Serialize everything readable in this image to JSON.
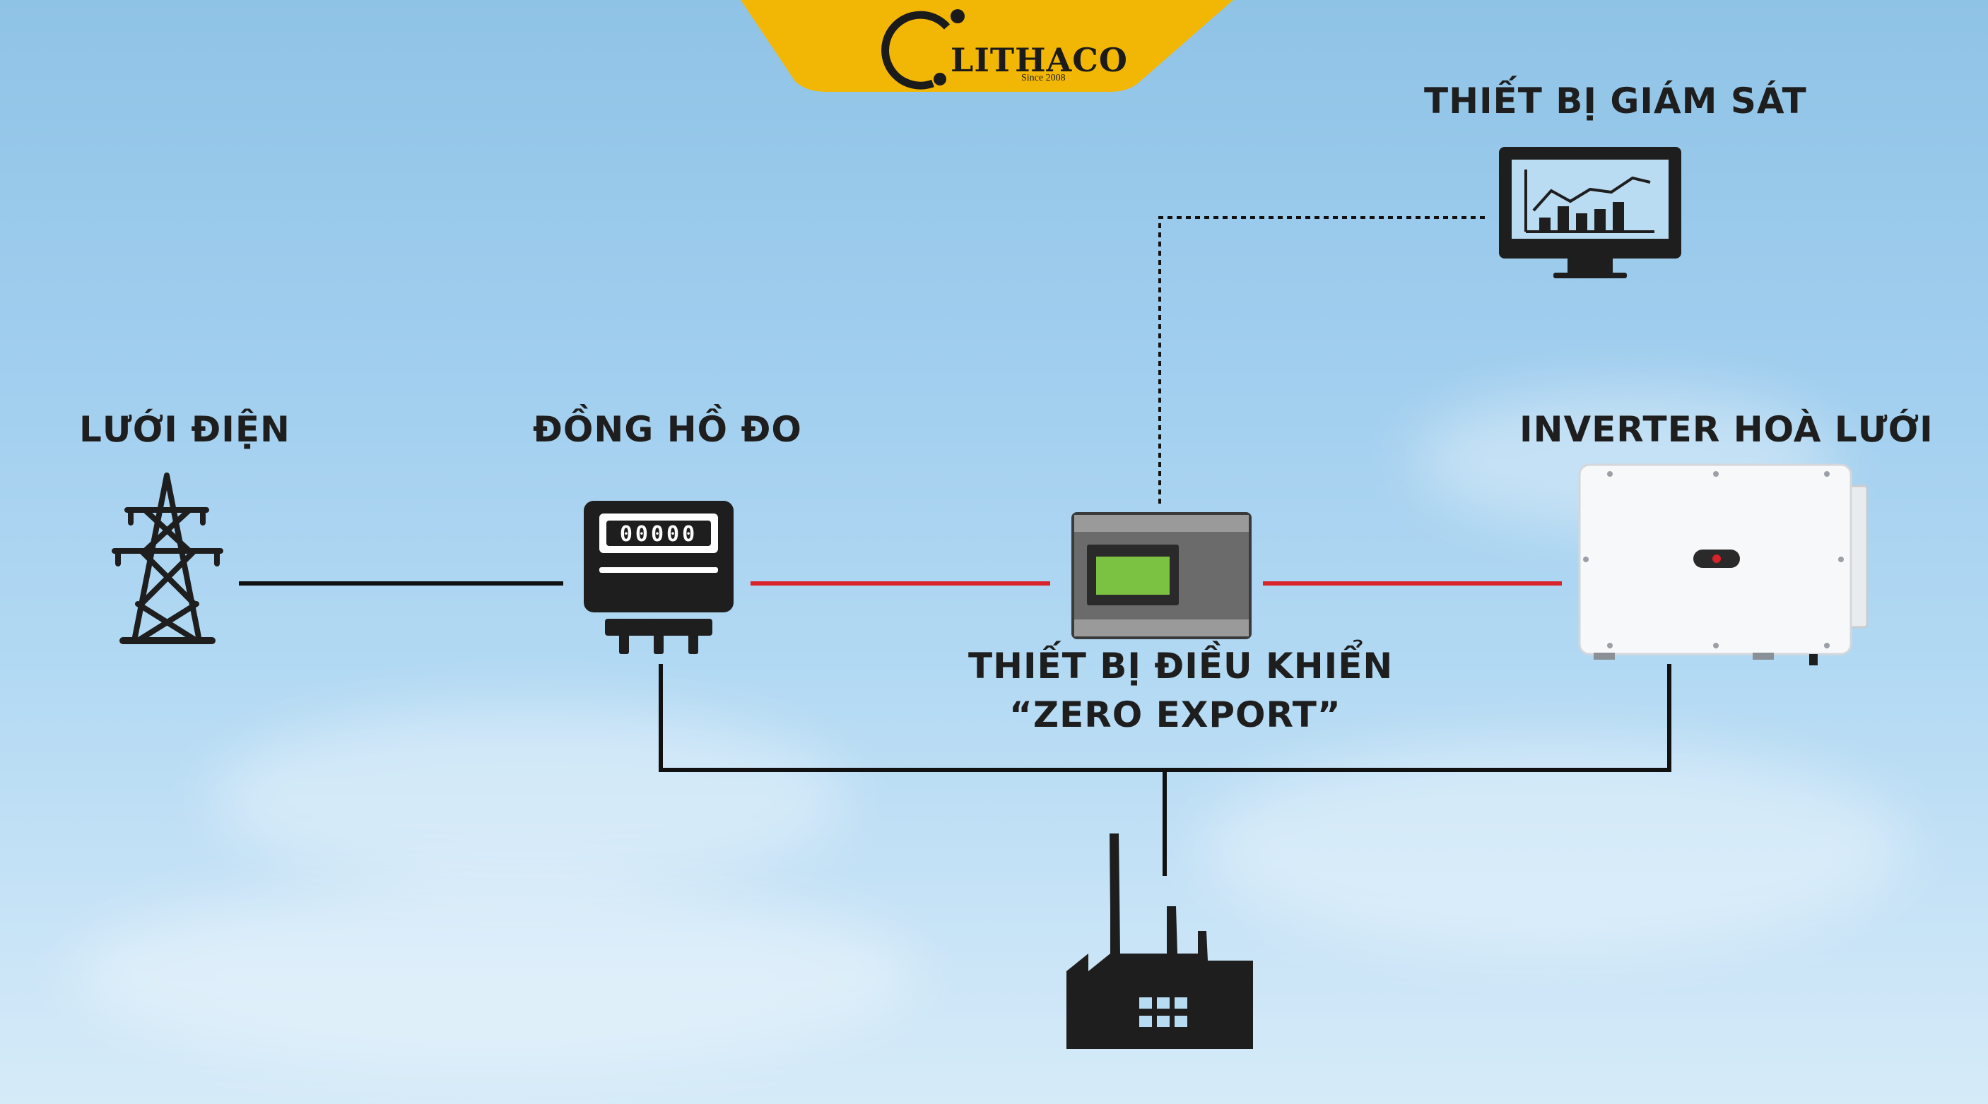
{
  "brand": {
    "name": "LITHACO",
    "tagline": "Since 2008",
    "color": "#f2b705"
  },
  "nodes": {
    "grid": {
      "label": "LƯỚI ĐIỆN",
      "icon": "transmission-tower-icon"
    },
    "meter": {
      "label": "ĐỒNG HỒ ĐO",
      "icon": "electric-meter-icon",
      "display": "00000"
    },
    "controller": {
      "label_line1": "THIẾT BỊ ĐIỀU KHIỂN",
      "label_line2": "“ZERO EXPORT”",
      "icon": "controller-device-icon"
    },
    "inverter": {
      "label": "INVERTER HOÀ LƯỚI",
      "icon": "inverter-icon"
    },
    "monitor": {
      "label": "THIẾT BỊ GIÁM SÁT",
      "icon": "monitor-chart-icon"
    },
    "factory": {
      "icon": "factory-icon"
    }
  },
  "colors": {
    "power_line": "#111111",
    "signal_line": "#d8232a",
    "screen_green": "#7cc242"
  }
}
